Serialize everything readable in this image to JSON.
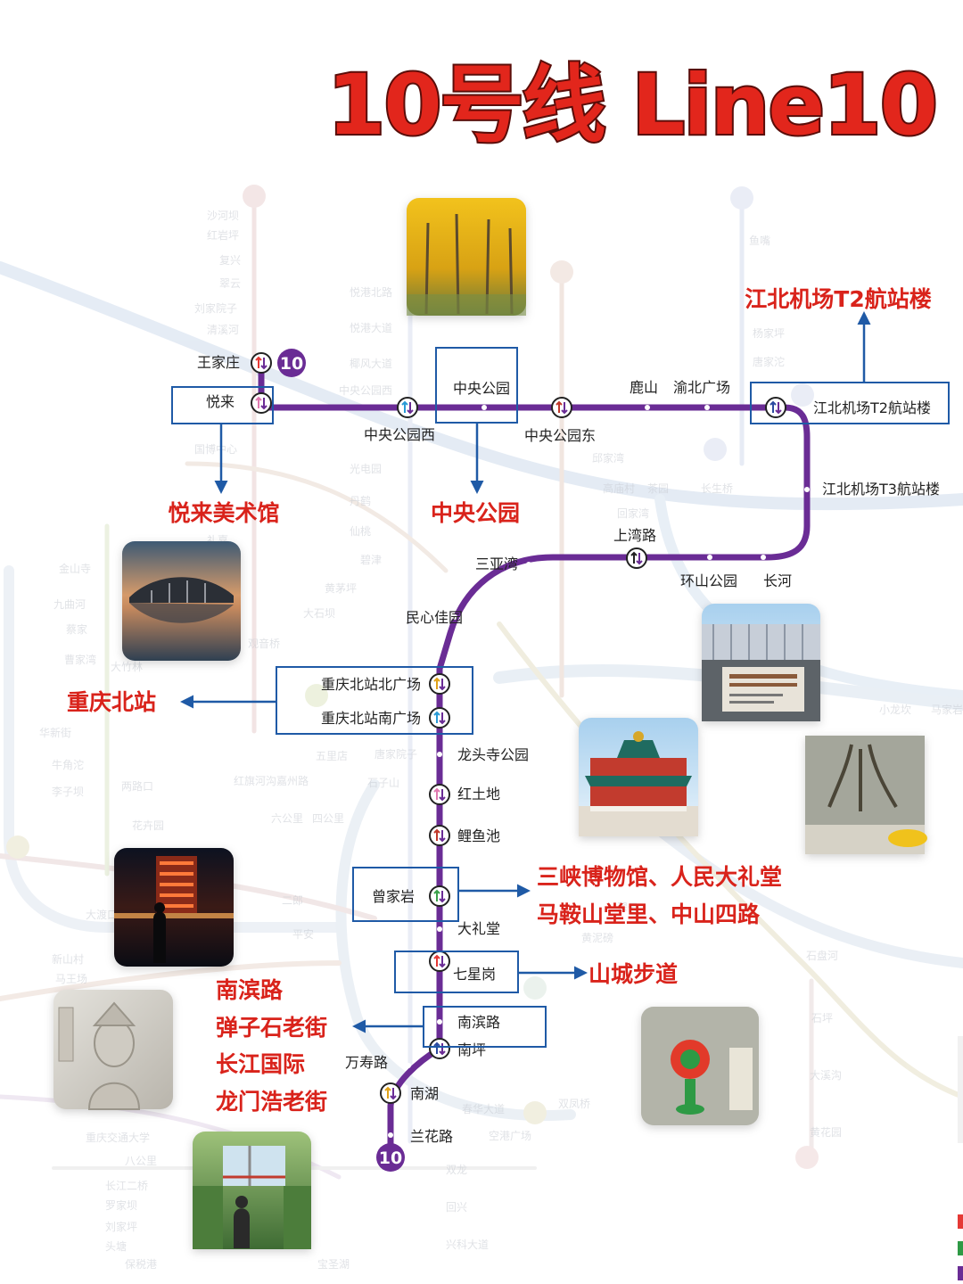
{
  "title": "10号线 Line10",
  "line_number": "10",
  "colors": {
    "line": "#6a2c95",
    "highlight_text": "#d9231b",
    "box": "#1f5aa6",
    "title": "#e2261c"
  },
  "stations": {
    "wangjiazhuang": "王家庄",
    "yuelai": "悦来",
    "zhongyanggongyuanxi": "中央公园西",
    "zhongyanggongyuan": "中央公园",
    "zhongyanggongyuandong": "中央公园东",
    "lushan": "鹿山",
    "yubeiguangchang": "渝北广场",
    "t2": "江北机场T2航站楼",
    "t3": "江北机场T3航站楼",
    "shangwanlu": "上湾路",
    "huanshangongyuan": "环山公园",
    "changhe": "长河",
    "sanyawan": "三亚湾",
    "minxinjiayuan": "民心佳园",
    "cqbeinorth": "重庆北站北广场",
    "cqbeisouth": "重庆北站南广场",
    "longtousigongyuan": "龙头寺公园",
    "hongtudi": "红土地",
    "liyuchi": "鲤鱼池",
    "zengjiayan": "曾家岩",
    "dalitang": "大礼堂",
    "qixinggang": "七星岗",
    "nanbinlu": "南滨路",
    "nanping": "南坪",
    "wanshoulu": "万寿路",
    "nanhu": "南湖",
    "lanhualu": "兰花路"
  },
  "highlights": {
    "t2_attraction": "江北机场T2航站楼",
    "yuelai_museum": "悦来美术馆",
    "central_park": "中央公园",
    "cq_north_station": "重庆北站",
    "zengjiayan_line1": "三峡博物馆、人民大礼堂",
    "zengjiayan_line2": "马鞍山堂里、中山四路",
    "mountain_trail": "山城步道",
    "nanbin_1": "南滨路",
    "nanbin_2": "弹子石老街",
    "nanbin_3": "长江国际",
    "nanbin_4": "龙门浩老街"
  },
  "background_stations": [
    "沙河坝",
    "红岩坪",
    "复兴",
    "翠云",
    "刘家院子",
    "清溪河",
    "悦港北路",
    "悦港大道",
    "椰风大道",
    "中央公园西",
    "国博中心",
    "礼嘉",
    "金山寺",
    "九曲河",
    "蔡家",
    "曹家湾",
    "大竹林",
    "光电园",
    "丹鹤",
    "仙桃",
    "碧津",
    "黄茅坪",
    "大石坝",
    "观音桥",
    "华新街",
    "牛角沱",
    "李子坝",
    "两路口",
    "花卉园",
    "红旗河沟",
    "嘉州路",
    "唐家院子",
    "石子山",
    "五里店",
    "六公里",
    "四公里",
    "二郎",
    "平安",
    "大渡口",
    "新山村",
    "马王场",
    "重庆交通大学",
    "八公里",
    "长江二桥",
    "罗家坝",
    "刘家坪",
    "头塘",
    "保税港",
    "双龙",
    "回兴",
    "兴科大道",
    "宝圣湖",
    "春华大道",
    "空港广场",
    "双凤桥",
    "翠云",
    "黄泥磅",
    "石盘河",
    "石坪",
    "大溪沟",
    "黄花园",
    "小龙坎",
    "马家岩",
    "高庙村",
    "茶园",
    "长生桥",
    "回家湾",
    "邱家湾",
    "杨家坪",
    "唐家沱",
    "鱼嘴"
  ]
}
